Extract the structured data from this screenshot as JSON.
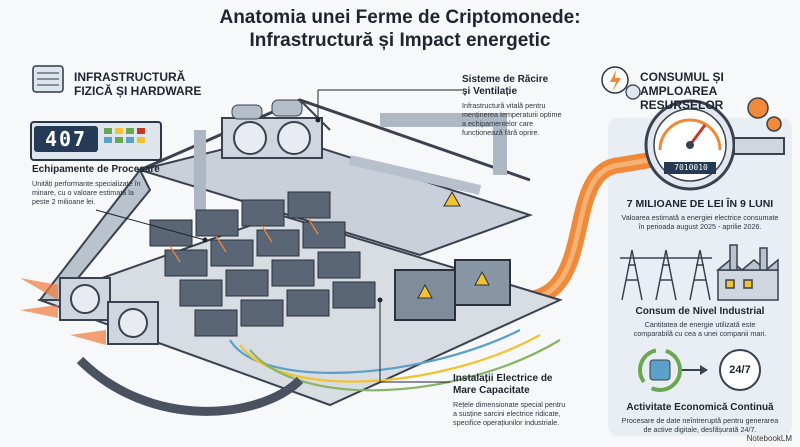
{
  "title_line1": "Anatomia unei Ferme de Criptomonede:",
  "title_line2": "Infrastructură și Impact energetic",
  "left_section": {
    "title_line1": "INFRASTRUCTURĂ",
    "title_line2": "FIZICĂ ȘI HARDWARE",
    "icon": "server-rack-icon"
  },
  "counter_display": "407",
  "processing": {
    "title": "Echipamente de Procesare",
    "body_lines": [
      "Unități performante specializate în",
      "minare, cu o valoare estimată la",
      "peste 2 milioane lei."
    ]
  },
  "cooling": {
    "title_line1": "Sisteme de Răcire",
    "title_line2": "și Ventilație",
    "body_lines": [
      "Infrastructură vitală pentru",
      "menținerea temperaturii optime",
      "a echipamentelor care",
      "funcționează fără oprire."
    ]
  },
  "electrical": {
    "title_line1": "Instalații Electrice de",
    "title_line2": "Mare Capacitate",
    "body_lines": [
      "Rețele dimensionate special pentru",
      "a susține sarcini electrice ridicate,",
      "specifice operațiunilor industriale."
    ]
  },
  "right_section": {
    "title_line1": "CONSUMUL ȘI",
    "title_line2": "AMPLOAREA RESURSELOR",
    "icon": "energy-gear-icon"
  },
  "meter_display": "7010010",
  "cost": {
    "title": "7 MILIOANE DE LEI ÎN 9 LUNI",
    "body_lines": [
      "Valoarea estimată a energiei electrice consumate",
      "în perioada august 2025 - aprilie 2026."
    ]
  },
  "industrial": {
    "title": "Consum de Nivel Industrial",
    "body_lines": [
      "Cantitatea de energie utilizată este",
      "comparabilă cu cea a unei companii mari."
    ]
  },
  "continuous": {
    "title": "Activitate Economică Continuă",
    "badge": "24/7",
    "body_lines": [
      "Procesare de date neîntreruptă pentru generarea",
      "de active digitale, desfășurată 24/7."
    ]
  },
  "brand": "NotebookLM",
  "colors": {
    "pipe_orange": "#f08a3a",
    "screen_blue": "#243a55",
    "panel_bg": "#e9eef4",
    "warning_yellow": "#f2c230"
  }
}
